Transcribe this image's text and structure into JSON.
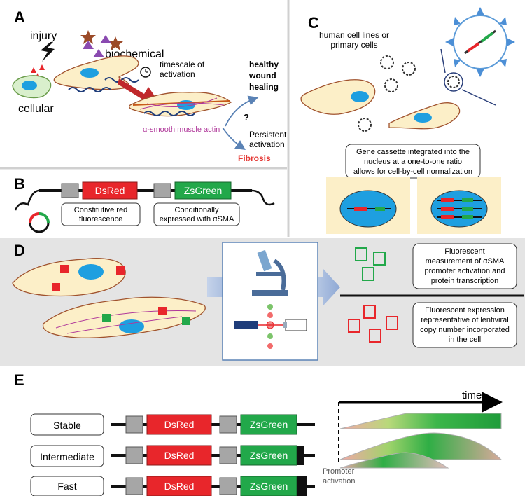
{
  "panel_a": {
    "letter": "A",
    "injury": "injury",
    "biochemical": "biochemical",
    "cellular": "cellular",
    "timescale_line1": "timescale of",
    "timescale_line2": "activation",
    "healthy_line1": "healthy",
    "healthy_line2": "wound",
    "healthy_line3": "healing",
    "question": "?",
    "persistent_line1": "Persistent",
    "persistent_line2": "activation",
    "fibrosis": "Fibrosis",
    "actin": "α-smooth muscle actin",
    "colors": {
      "fibrosis": "#e53935",
      "actin": "#b0389a"
    }
  },
  "panel_b": {
    "letter": "B",
    "dsred": "DsRed",
    "zsgreen": "ZsGreen",
    "label1_line1": "Constitutive red",
    "label1_line2": "fluorescence",
    "label2_line1": "Conditionally",
    "label2_line2": "expressed with αSMA"
  },
  "panel_c": {
    "letter": "C",
    "cells_line1": "human cell lines or",
    "cells_line2": "primary cells",
    "cassette_line1": "Gene cassette integrated into the",
    "cassette_line2": "nucleus at a one-to-one ratio",
    "cassette_line3": "allows for cell-by-cell normalization"
  },
  "panel_d": {
    "letter": "D",
    "box1_line1": "Fluorescent",
    "box1_line2": "measurement of αSMA",
    "box1_line3": "promoter activation and",
    "box1_line4": "protein transcription",
    "box2_line1": "Fluorescent expression",
    "box2_line2": "representative of lentiviral",
    "box2_line3": "copy number incorporated",
    "box2_line4": "in the cell"
  },
  "panel_e": {
    "letter": "E",
    "time": "time",
    "rows": [
      {
        "label": "Stable",
        "dsred": "DsRed",
        "zsgreen": "ZsGreen"
      },
      {
        "label": "Intermediate",
        "dsred": "DsRed",
        "zsgreen": "ZsGreen"
      },
      {
        "label": "Fast",
        "dsred": "DsRed",
        "zsgreen": "ZsGreen"
      }
    ],
    "promoter_line1": "Promoter",
    "promoter_line2": "activation"
  },
  "colors": {
    "red": "#e8262b",
    "green": "#22a84a",
    "gray_box": "#a6a6a6",
    "cell_fill": "#fcefc8",
    "nucleus": "#1e9fe0",
    "panel_d_bg": "#e4e4e4"
  }
}
